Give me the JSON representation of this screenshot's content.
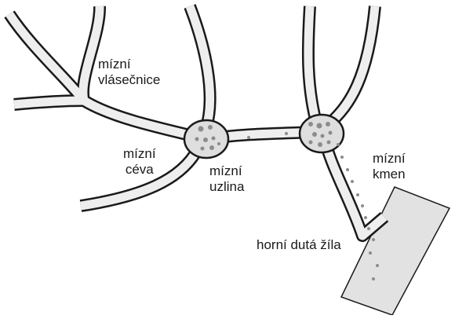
{
  "labels": {
    "capillaries": [
      "mízní",
      "vlásečnice"
    ],
    "vessel": [
      "mízní",
      "céva"
    ],
    "node": [
      "mízní",
      "uzlina"
    ],
    "trunk": [
      "mízní",
      "kmen"
    ],
    "vein": "horní dutá žíla"
  },
  "colors": {
    "outline": "#1a1a1a",
    "vessel_fill": "#eeeeee",
    "vein_fill": "#e2e2e2",
    "node_fill": "#dedede",
    "dots": "#8c8c8c",
    "text": "#1a1a1a"
  }
}
